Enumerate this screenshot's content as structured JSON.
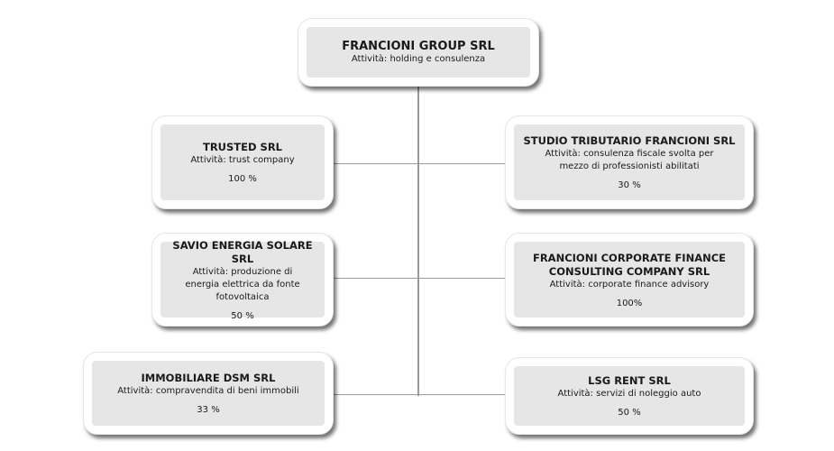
{
  "root": {
    "name": "FRANCIONI GROUP SRL",
    "activity": "Attività: holding e consulenza"
  },
  "companies": [
    {
      "name": "TRUSTED SRL",
      "activity": "Attività: trust company",
      "share": "100 %"
    },
    {
      "name": "STUDIO TRIBUTARIO FRANCIONI SRL",
      "activity": "Attività: consulenza fiscale svolta per mezzo di professionisti abilitati",
      "share": "30 %"
    },
    {
      "name": "SAVIO ENERGIA SOLARE SRL",
      "activity": "Attività: produzione di energia elettrica da fonte fotovoltaica",
      "share": "50 %"
    },
    {
      "name": "FRANCIONI CORPORATE FINANCE CONSULTING COMPANY SRL",
      "activity": "Attività: corporate finance advisory",
      "share": "100%"
    },
    {
      "name": "IMMOBILIARE DSM SRL",
      "activity": "Attività: compravendita di beni immobili",
      "share": "33 %"
    },
    {
      "name": "LSG RENT SRL",
      "activity": "Attività: servizi di noleggio auto",
      "share": "50 %"
    }
  ]
}
